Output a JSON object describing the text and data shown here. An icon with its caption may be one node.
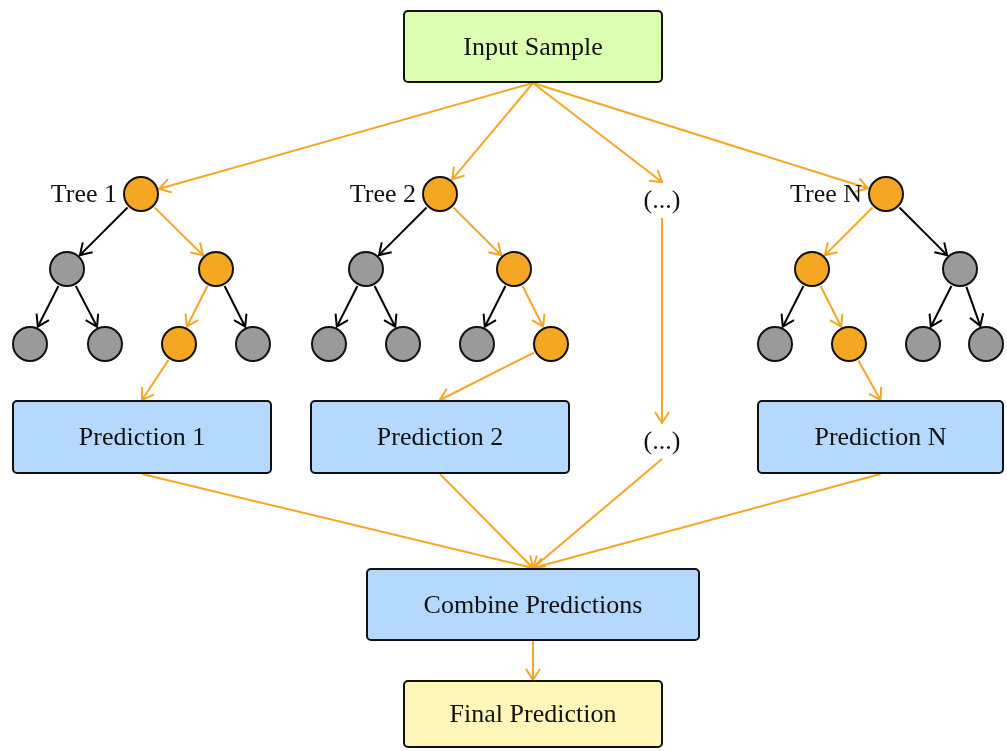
{
  "diagram": {
    "nodes": [
      {
        "text": [
          "Input Sample"
        ]
      },
      {
        "text": [],
        "shape": "circle",
        "beside": [
          "Tree 1"
        ]
      },
      {
        "text": [],
        "shape": "circle"
      },
      {
        "text": [],
        "shape": "circle"
      },
      {
        "text": [],
        "shape": "circle"
      },
      {
        "text": [],
        "shape": "circle"
      },
      {
        "text": [],
        "shape": "circle"
      },
      {
        "text": [],
        "shape": "circle"
      },
      {
        "text": [],
        "shape": "circle",
        "beside": [
          "Tree 2"
        ]
      },
      {
        "text": [],
        "shape": "circle"
      },
      {
        "text": [],
        "shape": "circle"
      },
      {
        "text": [],
        "shape": "circle"
      },
      {
        "text": [],
        "shape": "circle"
      },
      {
        "text": [],
        "shape": "circle"
      },
      {
        "text": [],
        "shape": "circle"
      },
      {
        "text": [
          "(...)"
        ]
      },
      {
        "text": [],
        "shape": "circle",
        "beside": [
          "Tree N"
        ]
      },
      {
        "text": [],
        "shape": "circle"
      },
      {
        "text": [],
        "shape": "circle"
      },
      {
        "text": [],
        "shape": "circle"
      },
      {
        "text": [],
        "shape": "circle"
      },
      {
        "text": [],
        "shape": "circle"
      },
      {
        "text": [],
        "shape": "circle"
      },
      {
        "text": [
          "Prediction 1"
        ]
      },
      {
        "text": [
          "Prediction 2"
        ]
      },
      {
        "text": [
          "(...)"
        ]
      },
      {
        "text": [
          "Prediction N"
        ]
      },
      {
        "text": [
          "Combine Predictions"
        ]
      },
      {
        "text": [
          "Final Prediction"
        ]
      }
    ],
    "edges": [
      {
        "from": 0,
        "to": 1,
        "arrow": "to"
      },
      {
        "from": 0,
        "to": 8,
        "arrow": "to"
      },
      {
        "from": 0,
        "to": 15,
        "arrow": "to"
      },
      {
        "from": 0,
        "to": 16,
        "arrow": "to"
      },
      {
        "from": 1,
        "to": 2,
        "arrow": "to",
        "color": "#000000"
      },
      {
        "from": 1,
        "to": 3,
        "arrow": "to"
      },
      {
        "from": 2,
        "to": 4,
        "arrow": "to",
        "color": "#000000"
      },
      {
        "from": 2,
        "to": 5,
        "arrow": "to",
        "color": "#000000"
      },
      {
        "from": 3,
        "to": 6,
        "arrow": "to"
      },
      {
        "from": 3,
        "to": 7,
        "arrow": "to",
        "color": "#000000"
      },
      {
        "from": 6,
        "to": 23,
        "arrow": "to"
      },
      {
        "from": 8,
        "to": 9,
        "arrow": "to",
        "color": "#000000"
      },
      {
        "from": 8,
        "to": 10,
        "arrow": "to"
      },
      {
        "from": 9,
        "to": 11,
        "arrow": "to",
        "color": "#000000"
      },
      {
        "from": 9,
        "to": 12,
        "arrow": "to",
        "color": "#000000"
      },
      {
        "from": 10,
        "to": 13,
        "arrow": "to",
        "color": "#000000"
      },
      {
        "from": 10,
        "to": 14,
        "arrow": "to"
      },
      {
        "from": 14,
        "to": 24,
        "arrow": "to"
      },
      {
        "from": 15,
        "to": 25,
        "arrow": "to"
      },
      {
        "from": 16,
        "to": 17,
        "arrow": "to"
      },
      {
        "from": 16,
        "to": 18,
        "arrow": "to",
        "color": "#000000"
      },
      {
        "from": 17,
        "to": 19,
        "arrow": "to",
        "color": "#000000"
      },
      {
        "from": 17,
        "to": 20,
        "arrow": "to"
      },
      {
        "from": 18,
        "to": 21,
        "arrow": "to",
        "color": "#000000"
      },
      {
        "from": 18,
        "to": 22,
        "arrow": "to",
        "color": "#000000"
      },
      {
        "from": 20,
        "to": 26,
        "arrow": "to"
      },
      {
        "from": 23,
        "to": 27,
        "arrow": "to"
      },
      {
        "from": 24,
        "to": 27,
        "arrow": "to"
      },
      {
        "from": 25,
        "to": 27,
        "arrow": "to"
      },
      {
        "from": 26,
        "to": 27,
        "arrow": "to"
      },
      {
        "from": 27,
        "to": 28,
        "arrow": "to"
      }
    ]
  }
}
